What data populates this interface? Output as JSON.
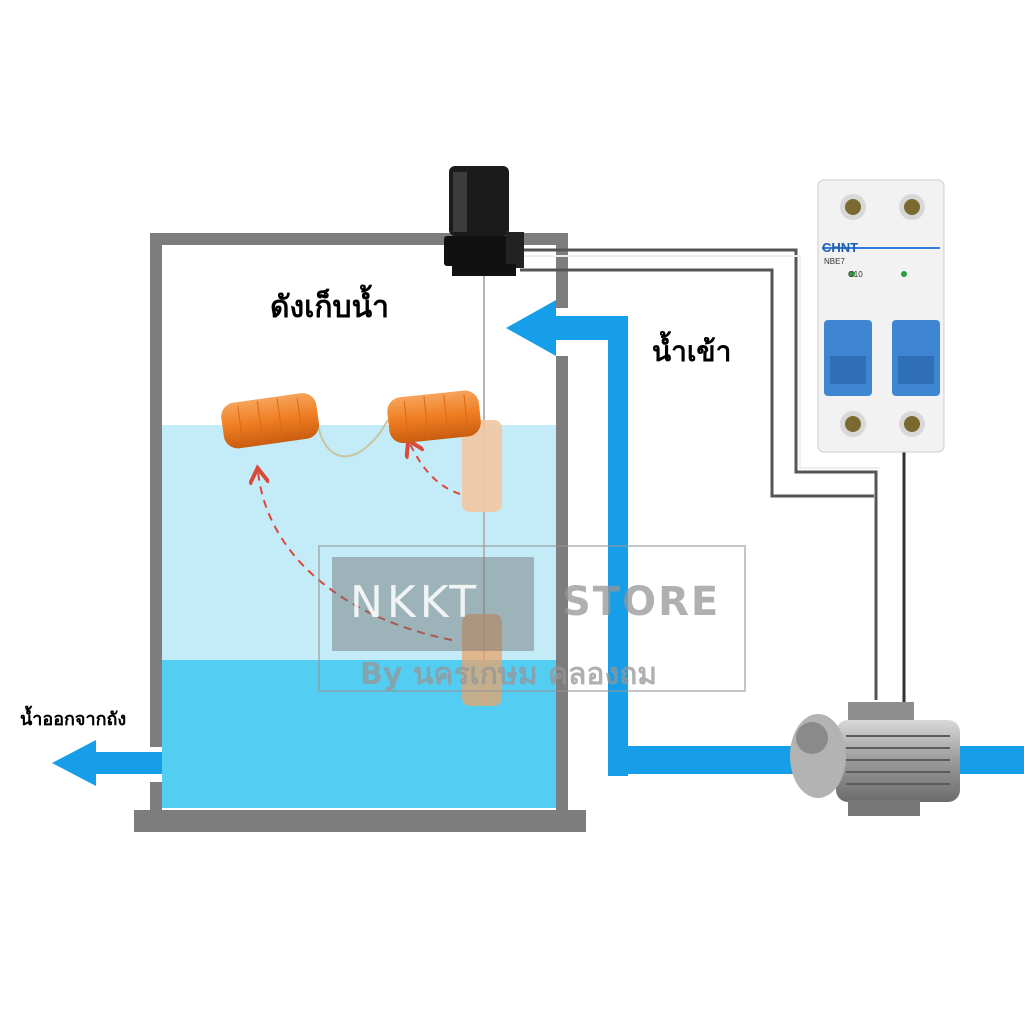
{
  "labels": {
    "tank": "ดังเก็บน้ำ",
    "water_in": "น้ำเข้า",
    "water_out": "น้ำออกจากถัง"
  },
  "watermark": {
    "name": "NKKT",
    "store": "STORE",
    "byline": "By นครเกษม คลองถม"
  },
  "breaker": {
    "brand": "CHNT",
    "model": "NBE7",
    "rating": "C10"
  },
  "colors": {
    "water_light": "#c4ecf8",
    "water_deep": "#53cdf2",
    "pipe": "#169fe8",
    "tank_wall": "#7d7d7d",
    "float_orange": "#ef7d22",
    "switch_blue": "#3e86d2",
    "dashed_arrow": "#d94a3a"
  }
}
